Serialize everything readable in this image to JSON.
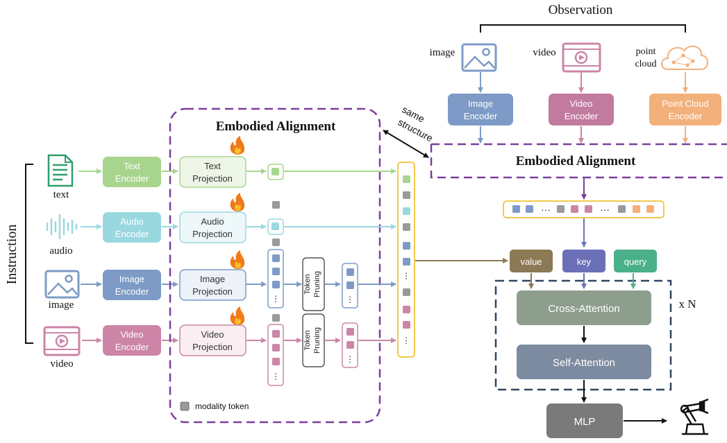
{
  "observation": {
    "title": "Observation",
    "image_label": "image",
    "video_label": "video",
    "point_cloud_label": [
      "point",
      "cloud"
    ]
  },
  "encoders": {
    "image_obs": [
      "Image",
      "Encoder"
    ],
    "video_obs": [
      "Video",
      "Encoder"
    ],
    "point_cloud": [
      "Point Cloud",
      "Encoder"
    ],
    "text": [
      "Text",
      "Encoder"
    ],
    "audio": [
      "Audio",
      "Encoder"
    ],
    "image_instr": [
      "Image",
      "Encoder"
    ],
    "video_instr": [
      "Video",
      "Encoder"
    ]
  },
  "projections": {
    "text": [
      "Text",
      "Projection"
    ],
    "audio": [
      "Audio",
      "Projection"
    ],
    "image": [
      "Image",
      "Projection"
    ],
    "video": [
      "Video",
      "Projection"
    ]
  },
  "token_pruning": [
    "Token",
    "Pruning"
  ],
  "instruction": {
    "title": "Instruction",
    "text_label": "text",
    "audio_label": "audio",
    "image_label": "image",
    "video_label": "video"
  },
  "alignment": {
    "main_title": "Embodied Alignment",
    "obs_title": "Embodied Alignment",
    "same_structure": [
      "same",
      "structure"
    ],
    "legend_label": "modality token"
  },
  "attention": {
    "value": "value",
    "key": "key",
    "query": "query",
    "cross": "Cross-Attention",
    "self": "Self-Attention",
    "repeat": "x N",
    "mlp": "MLP"
  },
  "colors": {
    "text_green": "#a8d58e",
    "audio_cyan": "#9ad8e0",
    "image_blue": "#7d9bc6",
    "video_pink": "#cc85a6",
    "pointcloud_orange": "#f2b07a",
    "purple": "#7a3e9d",
    "modality_gray": "#9a9a9a",
    "value_brown": "#8b7a55",
    "key_blue": "#6a6fb8",
    "query_green": "#4ab08a",
    "cross_gray": "#8e9e8e",
    "self_slate": "#7d8ba0",
    "mlp_gray": "#7a7a7a",
    "dark_navy": "#2f4560",
    "yellow_border": "#f2c94c"
  }
}
